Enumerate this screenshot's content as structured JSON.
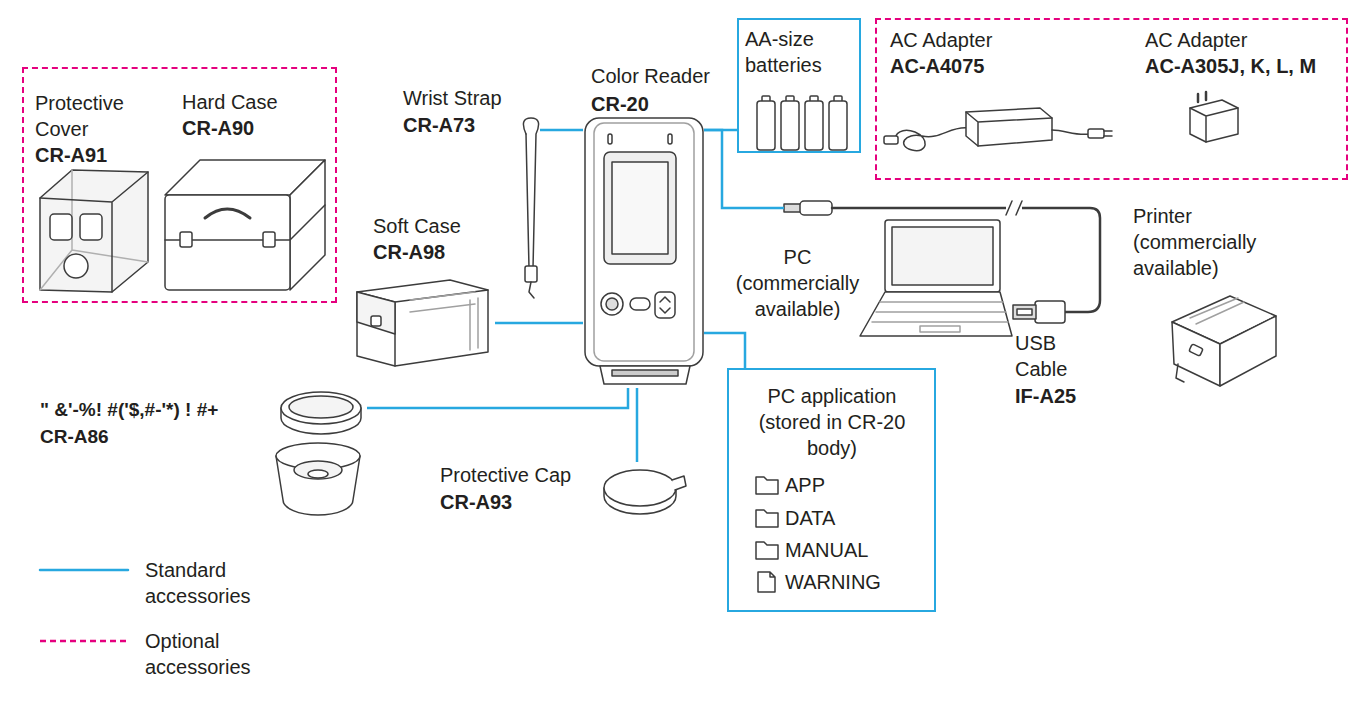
{
  "diagram": {
    "nodes": [
      {
        "text": []
      },
      {
        "text": [
          "Protective Cover",
          "CR-A91"
        ],
        "in": 0
      },
      {
        "text": [
          "Hard Case",
          "CR-A90"
        ],
        "in": 0
      },
      {
        "text": [
          "Wrist Strap",
          "CR-A73"
        ]
      },
      {
        "text": [
          "Color Reader",
          "CR-20"
        ]
      },
      {
        "text": [
          "AA-size batteries"
        ]
      },
      {
        "text": []
      },
      {
        "text": [
          "AC Adapter",
          "AC-A4075"
        ],
        "in": 6
      },
      {
        "text": [
          "AC Adapter",
          "AC-A305J, K, L, M"
        ],
        "in": 6
      },
      {
        "text": [
          "Soft Case",
          "CR-A98"
        ]
      },
      {
        "text": [
          "PC (commercially available)"
        ]
      },
      {
        "text": [
          "Printer (commercially available)"
        ]
      },
      {
        "text": [
          "USB Cable",
          "IF-A25"
        ]
      },
      {
        "text": [
          "\" &'-%! #('$,#-'*) ! #+",
          "CR-A86"
        ]
      },
      {
        "text": [
          "PC application (stored in CR-20 body)",
          "APP",
          "DATA",
          "MANUAL",
          "WARNING"
        ]
      },
      {
        "text": [
          "Protective Cap",
          "CR-A93"
        ]
      }
    ],
    "edges": [
      {
        "from": 3,
        "to": 4,
        "arrow": "none"
      },
      {
        "from": 9,
        "to": 4,
        "arrow": "none"
      },
      {
        "from": 4,
        "to": 5,
        "arrow": "none"
      },
      {
        "from": 4,
        "to": 12,
        "arrow": "none"
      },
      {
        "from": 13,
        "to": 4,
        "arrow": "none"
      },
      {
        "from": 4,
        "to": 15,
        "arrow": "none"
      },
      {
        "from": 4,
        "to": 14,
        "arrow": "none"
      }
    ],
    "legend": [
      {
        "text": "Standard accessories"
      },
      {
        "text": "Optional accessories"
      }
    ]
  }
}
